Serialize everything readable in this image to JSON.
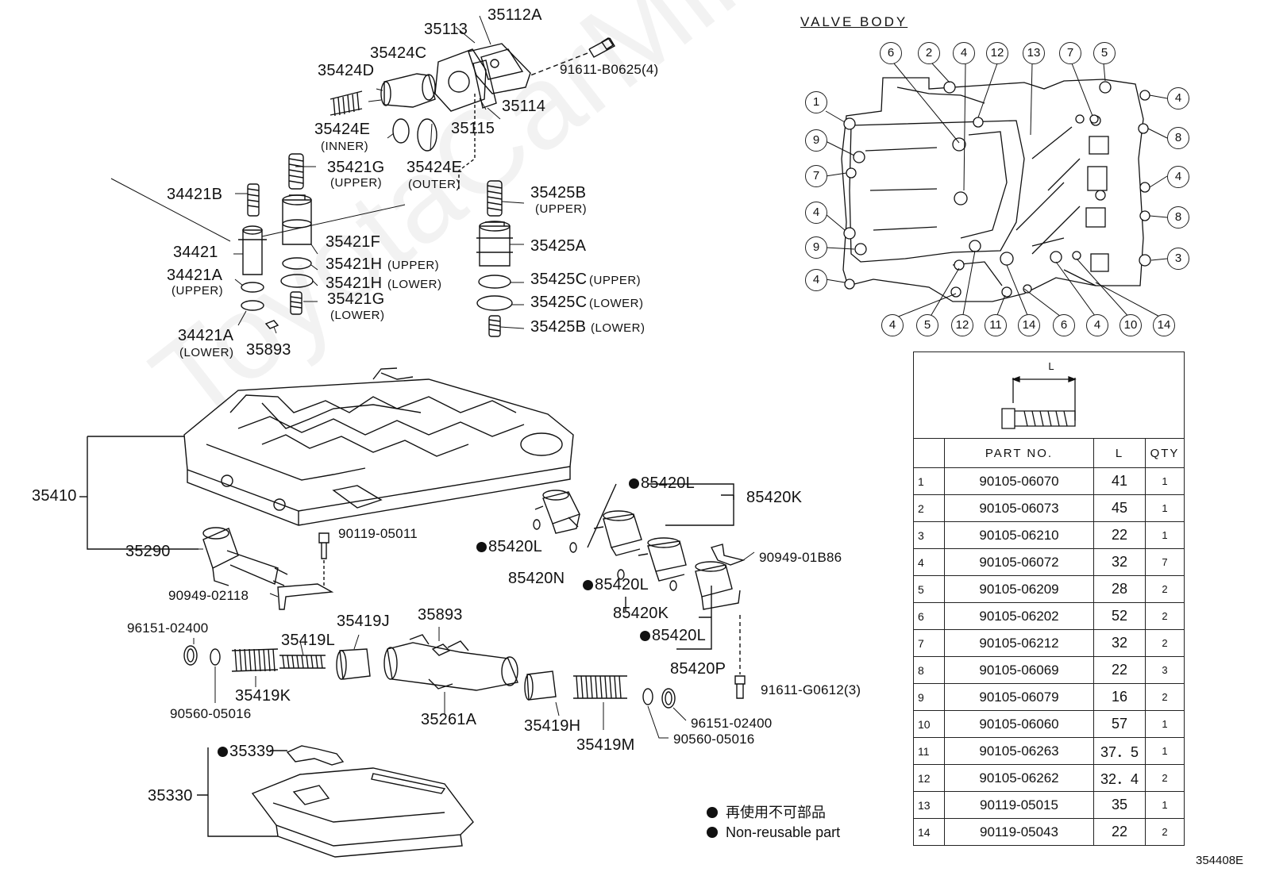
{
  "watermark": "ToyotaCarMiner",
  "parts": {
    "p35112A": "35112A",
    "p35113": "35113",
    "p35424C": "35424C",
    "p35424D": "35424D",
    "p91611B": "91611-B0625(4)",
    "p35114": "35114",
    "p35424E_in": "35424E",
    "inner": "(INNER)",
    "p35115": "35115",
    "p35421G_up": "35421G",
    "upper1": "(UPPER)",
    "p35424E_out": "35424E",
    "outer": "(OUTER)",
    "p34421B": "34421B",
    "p35425B_up": "35425B",
    "upper2": "(UPPER)",
    "p35421F": "35421F",
    "p35425A": "35425A",
    "p34421": "34421",
    "p35421H_up": "35421H",
    "upper3": "(UPPER)",
    "p34421A_up": "34421A",
    "upper4": "(UPPER)",
    "p35421H_lo": "35421H",
    "lower1": "(LOWER)",
    "p35425C_up": "35425C",
    "upper5": "(UPPER)",
    "p35421G_lo": "35421G",
    "lower2": "(LOWER)",
    "p35425C_lo": "35425C",
    "lower3": "(LOWER)",
    "p35425B_lo": "35425B",
    "lower4": "(LOWER)",
    "p34421A_lo": "34421A",
    "lower5": "(LOWER)",
    "p35893a": "35893",
    "p35410": "35410",
    "p85420L_1": "85420L",
    "p85420K_1": "85420K",
    "p90119": "90119-05011",
    "p85420L_2": "85420L",
    "p35290": "35290",
    "p90949_01B": "90949-01B86",
    "p85420N": "85420N",
    "p85420L_3": "85420L",
    "p90949_02": "90949-02118",
    "p85420K_2": "85420K",
    "p35419J": "35419J",
    "p35893b": "35893",
    "p96151_a": "96151-02400",
    "p35419L": "35419L",
    "p85420L_4": "85420L",
    "p85420P": "85420P",
    "p91611G": "91611-G0612(3)",
    "p35419K": "35419K",
    "p90560_a": "90560-05016",
    "p35261A": "35261A",
    "p35419H": "35419H",
    "p96151_b": "96151-02400",
    "p35419M": "35419M",
    "p90560_b": "90560-05016",
    "p35339": "35339",
    "p35330": "35330"
  },
  "valve_body": {
    "title": "VALVE  BODY",
    "callouts_top": [
      "6",
      "2",
      "4",
      "12",
      "13",
      "7",
      "5"
    ],
    "callouts_left": [
      "1",
      "9",
      "7",
      "4",
      "9",
      "4"
    ],
    "callouts_right": [
      "4",
      "8",
      "4",
      "8",
      "3"
    ],
    "callouts_bottom": [
      "4",
      "5",
      "12",
      "11",
      "14",
      "6",
      "4",
      "10",
      "14"
    ]
  },
  "bolt_table": {
    "dim_label": "L",
    "headers": [
      "PART NO.",
      "L",
      "QTY"
    ],
    "rows": [
      {
        "idx": "1",
        "part": "90105-06070",
        "l": "41",
        "qty": "1"
      },
      {
        "idx": "2",
        "part": "90105-06073",
        "l": "45",
        "qty": "1"
      },
      {
        "idx": "3",
        "part": "90105-06210",
        "l": "22",
        "qty": "1"
      },
      {
        "idx": "4",
        "part": "90105-06072",
        "l": "32",
        "qty": "7"
      },
      {
        "idx": "5",
        "part": "90105-06209",
        "l": "28",
        "qty": "2"
      },
      {
        "idx": "6",
        "part": "90105-06202",
        "l": "52",
        "qty": "2"
      },
      {
        "idx": "7",
        "part": "90105-06212",
        "l": "32",
        "qty": "2"
      },
      {
        "idx": "8",
        "part": "90105-06069",
        "l": "22",
        "qty": "3"
      },
      {
        "idx": "9",
        "part": "90105-06079",
        "l": "16",
        "qty": "2"
      },
      {
        "idx": "10",
        "part": "90105-06060",
        "l": "57",
        "qty": "1"
      },
      {
        "idx": "11",
        "part": "90105-06263",
        "l": "37．5",
        "qty": "1"
      },
      {
        "idx": "12",
        "part": "90105-06262",
        "l": "32．4",
        "qty": "2"
      },
      {
        "idx": "13",
        "part": "90119-05015",
        "l": "35",
        "qty": "1"
      },
      {
        "idx": "14",
        "part": "90119-05043",
        "l": "22",
        "qty": "2"
      }
    ]
  },
  "legend": {
    "jp": "再使用不可部品",
    "en": "Non-reusable part"
  },
  "figure_id": "354408E"
}
